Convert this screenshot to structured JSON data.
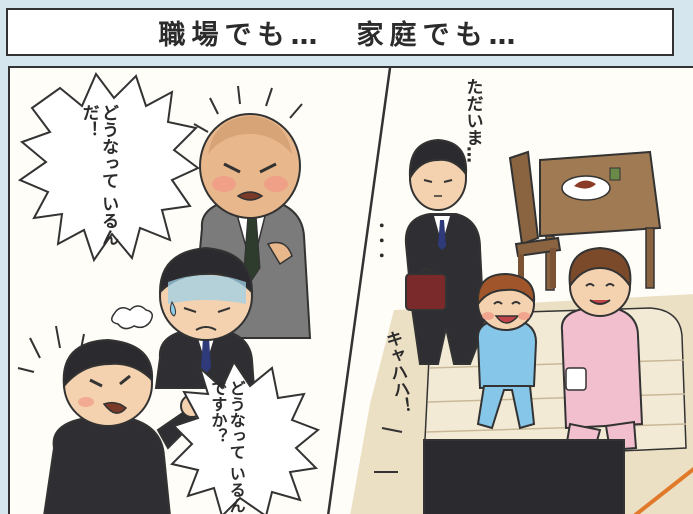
{
  "title": "職場でも…　家庭でも…",
  "left_scene": {
    "boss_speech": [
      "どうなって",
      "いるんだ！"
    ],
    "junior_speech": [
      "どうなって",
      "いるんですか？"
    ]
  },
  "right_scene": {
    "dad_speech": "ただいま…",
    "dots": "・・・",
    "laugh": "キャハハ！"
  },
  "colors": {
    "background": "#d6e6ee",
    "panel": "#fffdf7",
    "suit": "#2f2f33",
    "boss_suit": "#7b7b7b",
    "blush": "#f19a86",
    "child_shirt": "#86c6e8",
    "mom_shirt": "#f2bfcf",
    "floor": "#ece0c4",
    "table": "#a07a52"
  }
}
